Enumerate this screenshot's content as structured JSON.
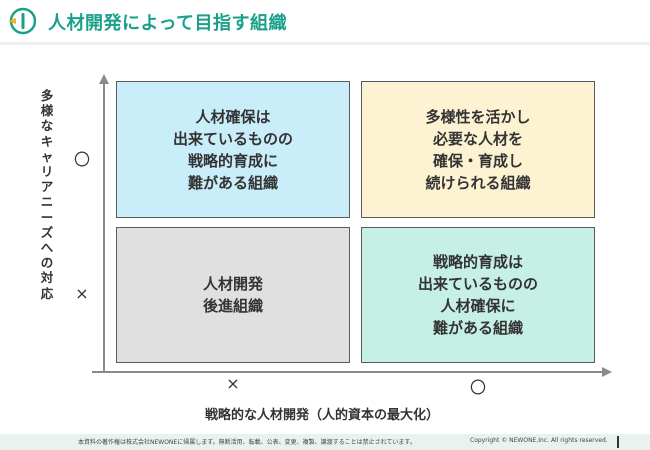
{
  "header": {
    "title": "人材開発によって目指す組織",
    "logo_icon": "newone-logo-icon",
    "accent_color": "#1aa08a"
  },
  "diagram": {
    "y_axis_label": "多様なキャリアニーズへの対応",
    "y_axis_ticks": {
      "top": "〇",
      "bottom": "×"
    },
    "x_axis_ticks": {
      "left": "×",
      "right": "〇"
    },
    "x_axis_label": "戦略的な人材開発（人的資本の最大化）",
    "quadrants": {
      "top_left": {
        "text": "人材確保は\n出来ているものの\n戦略的育成に\n難がある組織",
        "color": "#c9eefa"
      },
      "top_right": {
        "text": "多様性を活かし\n必要な人材を\n確保・育成し\n続けられる組織",
        "color": "#fdf3d3"
      },
      "bottom_left": {
        "text": "人材開発\n後進組織",
        "color": "#e0e0e0"
      },
      "bottom_right": {
        "text": "戦略的育成は\n出来ているものの\n人材確保に\n難がある組織",
        "color": "#c6f0e5"
      }
    }
  },
  "footer": {
    "note": "本資料の著作権は株式会社NEWONEに帰属します。無断活用、転載、公表、変更、複製、譲渡することは禁止されています。",
    "copyright": "Copyright © NEWONE,Inc.  All rights reserved."
  }
}
